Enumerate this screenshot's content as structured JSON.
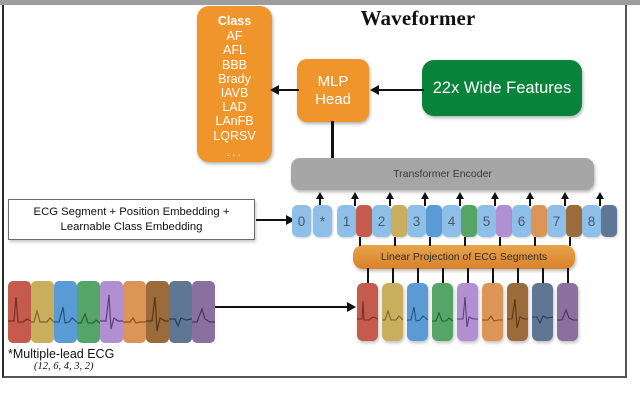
{
  "figure": {
    "title": "Waveformer"
  },
  "class_box": {
    "header": "Class",
    "items": [
      "AF",
      "AFL",
      "BBB",
      "Brady",
      "IAVB",
      "LAD",
      "LAnFB",
      "LQRSV"
    ],
    "ellipsis": "...",
    "color": "#F0952B"
  },
  "mlp_head": {
    "line1": "MLP",
    "line2": "Head",
    "color": "#F0952B"
  },
  "wide_features": {
    "label": "22x Wide Features",
    "color": "#08843A"
  },
  "encoder": {
    "label": "Transformer Encoder",
    "color": "#A6A6A6"
  },
  "linear_projection": {
    "label": "Linear Projection of ECG Segments",
    "color": "#D8812B"
  },
  "embedding_box": {
    "line1": "ECG Segment + Position Embedding +",
    "line2": "Learnable Class Embedding"
  },
  "tokens": {
    "labels": [
      "0",
      "*",
      "1",
      "2",
      "3",
      "4",
      "5",
      "6",
      "7",
      "8"
    ],
    "token_color": "#8DBFE8",
    "patch_colors": [
      "#C45B4D",
      "#C9AE5D",
      "#5B9BD5",
      "#55A567",
      "#B18FD0",
      "#DB9657",
      "#9C6B3C",
      "#5F7694"
    ]
  },
  "patch_row": {
    "colors": [
      "#C45B4D",
      "#C9AE5D",
      "#5B9BD5",
      "#55A567",
      "#B18FD0",
      "#DB9657",
      "#9C6B3C",
      "#5F7694",
      "#8B6FA0"
    ]
  },
  "ecg_strip": {
    "colors": [
      "#C45B4D",
      "#C9AE5D",
      "#5B9BD5",
      "#55A567",
      "#B18FD0",
      "#DB9657",
      "#9C6B3C",
      "#5F7694",
      "#8B6FA0"
    ],
    "caption": "*Multiple-lead ECG",
    "subcaption": "(12, 6, 4, 3, 2)"
  },
  "chart_data": {
    "type": "diagram",
    "title": "Waveformer",
    "nodes": [
      {
        "id": "class",
        "label": "Class: AF, AFL, BBB, Brady, IAVB, LAD, LAnFB, LQRSV, ...",
        "color": "#F0952B"
      },
      {
        "id": "mlp",
        "label": "MLP Head",
        "color": "#F0952B"
      },
      {
        "id": "wide",
        "label": "22x Wide Features",
        "color": "#08843A"
      },
      {
        "id": "encoder",
        "label": "Transformer Encoder",
        "color": "#A6A6A6"
      },
      {
        "id": "linproj",
        "label": "Linear Projection of ECG Segments",
        "color": "#D8812B"
      },
      {
        "id": "embed",
        "label": "ECG Segment + Position Embedding + Learnable Class Embedding",
        "color": "#FFFFFF"
      },
      {
        "id": "ecg",
        "label": "*Multiple-lead ECG (12, 6, 4, 3, 2)",
        "color": "#FFFFFF"
      }
    ],
    "edges": [
      {
        "from": "wide",
        "to": "mlp"
      },
      {
        "from": "mlp",
        "to": "class"
      },
      {
        "from": "mlp",
        "to": "encoder"
      },
      {
        "from": "embed",
        "to": "tokens"
      },
      {
        "from": "tokens",
        "to": "encoder"
      },
      {
        "from": "linproj",
        "to": "tokens"
      },
      {
        "from": "patches",
        "to": "linproj"
      },
      {
        "from": "ecg",
        "to": "patches"
      }
    ]
  }
}
